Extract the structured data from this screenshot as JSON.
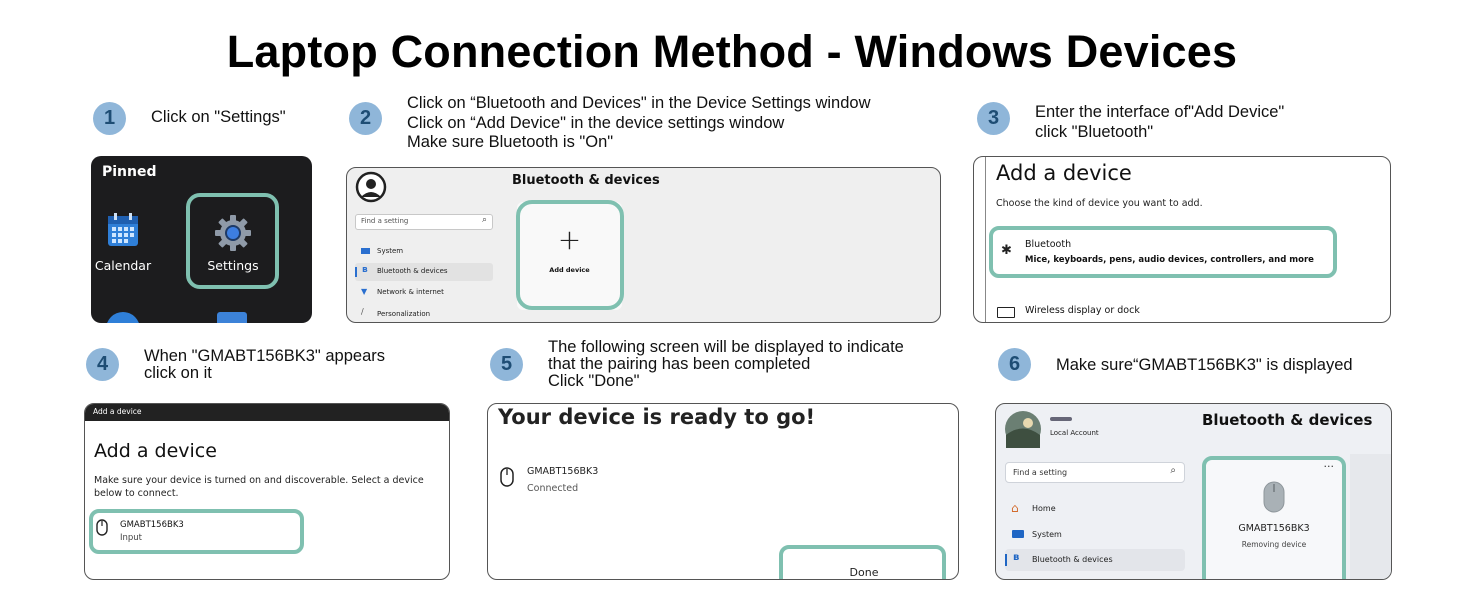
{
  "title": "Laptop Connection Method - Windows Devices",
  "colors": {
    "badge": "#8fb6d9",
    "highlight": "#7fc0b0"
  },
  "steps": [
    {
      "number": "1",
      "lines": [
        "Click on \"Settings\""
      ]
    },
    {
      "number": "2",
      "lines": [
        "Click on “Bluetooth and Devices\" in the Device Settings window",
        "Click on “Add Device\" in the device settings window",
        "Make sure Bluetooth is \"On\""
      ]
    },
    {
      "number": "3",
      "lines": [
        "Enter the interface of\"Add Device\"",
        "click \"Bluetooth\""
      ]
    },
    {
      "number": "4",
      "lines": [
        "When \"GMABT156BK3\" appears",
        "click on it"
      ]
    },
    {
      "number": "5",
      "lines": [
        "The following screen will be displayed to indicate",
        "that the pairing has been completed",
        "Click \"Done\""
      ]
    },
    {
      "number": "6",
      "lines": [
        "Make sure“GMABT156BK3\" is displayed"
      ]
    }
  ],
  "shot1": {
    "pinned": "Pinned",
    "calendar": "Calendar",
    "settings": "Settings",
    "icons": [
      "calendar-icon",
      "gear-icon"
    ]
  },
  "shot2": {
    "search_placeholder": "Find a setting",
    "heading": "Bluetooth & devices",
    "nav": [
      "System",
      "Bluetooth & devices",
      "Network & internet",
      "Personalization"
    ],
    "add_device": "Add device",
    "icons": [
      "avatar-icon",
      "search-icon",
      "plus-icon"
    ]
  },
  "shot3": {
    "title": "Add a device",
    "subtitle": "Choose the kind of device you want to add.",
    "bluetooth": "Bluetooth",
    "bluetooth_desc": "Mice, keyboards, pens, audio devices, controllers, and more",
    "wireless": "Wireless display or dock",
    "icons": [
      "bluetooth-icon",
      "monitor-icon"
    ]
  },
  "shot4": {
    "window_title": "Add a device",
    "title": "Add a device",
    "desc": "Make sure your device is turned on and discoverable. Select a device below to connect.",
    "device_name": "GMABT156BK3",
    "device_type": "Input",
    "icons": [
      "mouse-icon"
    ]
  },
  "shot5": {
    "title": "Your device is ready to go!",
    "device_name": "GMABT156BK3",
    "status": "Connected",
    "done": "Done",
    "icons": [
      "mouse-icon"
    ]
  },
  "shot6": {
    "account": "Local Account",
    "heading": "Bluetooth & devices",
    "search_placeholder": "Find a setting",
    "nav": [
      "Home",
      "System",
      "Bluetooth & devices"
    ],
    "device_name": "GMABT156BK3",
    "device_status": "Removing device",
    "more": "···",
    "icons": [
      "avatar-icon",
      "search-icon",
      "home-icon",
      "monitor-icon",
      "bluetooth-icon",
      "mouse-icon"
    ]
  }
}
